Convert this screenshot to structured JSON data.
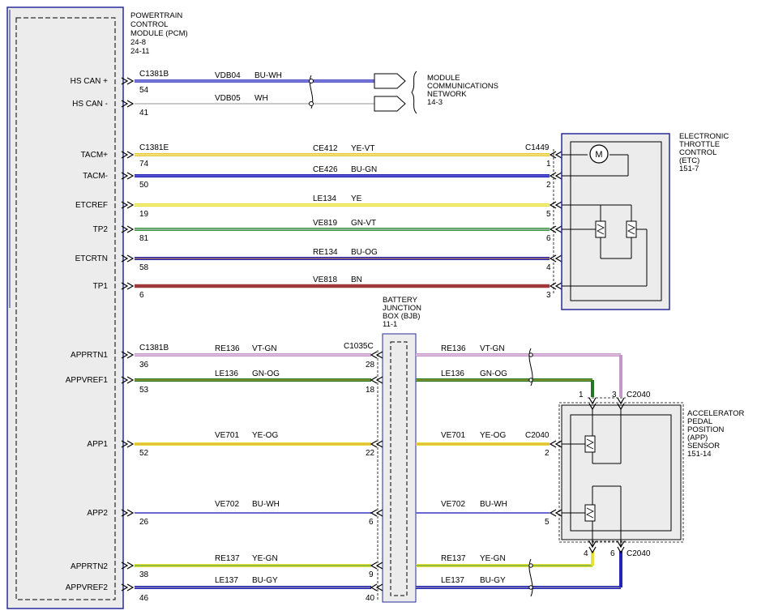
{
  "pcm": {
    "title_lines": [
      "POWERTRAIN",
      "CONTROL",
      "MODULE (PCM)",
      "24-8",
      "24-11"
    ]
  },
  "network": {
    "title_lines": [
      "MODULE",
      "COMMUNICATIONS",
      "NETWORK",
      "14-3"
    ]
  },
  "etc": {
    "title_lines": [
      "ELECTRONIC",
      "THROTTLE",
      "CONTROL",
      "(ETC)",
      "151-7"
    ],
    "connector": "C1449",
    "motor_symbol": "M"
  },
  "bjb": {
    "title_lines": [
      "BATTERY",
      "JUNCTION",
      "BOX (BJB)",
      "11-1"
    ],
    "connector": "C1035C"
  },
  "app": {
    "title_lines": [
      "ACCELERATOR",
      "PEDAL",
      "POSITION",
      "(APP)",
      "SENSOR",
      "151-14"
    ],
    "connector_top": "C2040",
    "connector_mid": "C2040",
    "connector_bottom": "C2040"
  },
  "pcm_connectors": {
    "can": "C1381B",
    "etc": "C1381E",
    "app": "C1381B"
  },
  "signals": [
    {
      "name": "HS CAN +",
      "pin": "54",
      "circuit": "VDB04",
      "color": "BU-WH"
    },
    {
      "name": "HS CAN -",
      "pin": "41",
      "circuit": "VDB05",
      "color": "WH"
    },
    {
      "name": "TACM+",
      "pin": "74",
      "circuit": "CE412",
      "color": "YE-VT",
      "etc_pin": "1"
    },
    {
      "name": "TACM-",
      "pin": "50",
      "circuit": "CE426",
      "color": "BU-GN",
      "etc_pin": "2"
    },
    {
      "name": "ETCREF",
      "pin": "19",
      "circuit": "LE134",
      "color": "YE",
      "etc_pin": "5"
    },
    {
      "name": "TP2",
      "pin": "81",
      "circuit": "VE819",
      "color": "GN-VT",
      "etc_pin": "6"
    },
    {
      "name": "ETCRTN",
      "pin": "58",
      "circuit": "RE134",
      "color": "BU-OG",
      "etc_pin": "4"
    },
    {
      "name": "TP1",
      "pin": "6",
      "circuit": "VE818",
      "color": "BN",
      "etc_pin": "3"
    },
    {
      "name": "APPRTN1",
      "pin": "36",
      "circuit": "RE136",
      "color": "VT-GN",
      "bjb_pin": "28"
    },
    {
      "name": "APPVREF1",
      "pin": "53",
      "circuit": "LE136",
      "color": "GN-OG",
      "bjb_pin": "18"
    },
    {
      "name": "APP1",
      "pin": "52",
      "circuit": "VE701",
      "color": "YE-OG",
      "bjb_pin": "22",
      "app_pin": "2"
    },
    {
      "name": "APP2",
      "pin": "26",
      "circuit": "VE702",
      "color": "BU-WH",
      "bjb_pin": "6",
      "app_pin": "5"
    },
    {
      "name": "APPRTN2",
      "pin": "38",
      "circuit": "RE137",
      "color": "YE-GN",
      "bjb_pin": "9"
    },
    {
      "name": "APPVREF2",
      "pin": "46",
      "circuit": "LE137",
      "color": "BU-GY",
      "bjb_pin": "40"
    }
  ],
  "app_upper_pins": {
    "left": "1",
    "right": "3"
  },
  "app_lower_pins": {
    "left": "4",
    "right": "6"
  },
  "wire_colors": {
    "blue": "#2323b4",
    "white": "#b9b9b9",
    "yellow": "#e6dc3c",
    "green": "#3e9b3e",
    "brown": "#a03a3a",
    "violet": "#c696c8",
    "dkgreen": "#1f7a1f"
  }
}
